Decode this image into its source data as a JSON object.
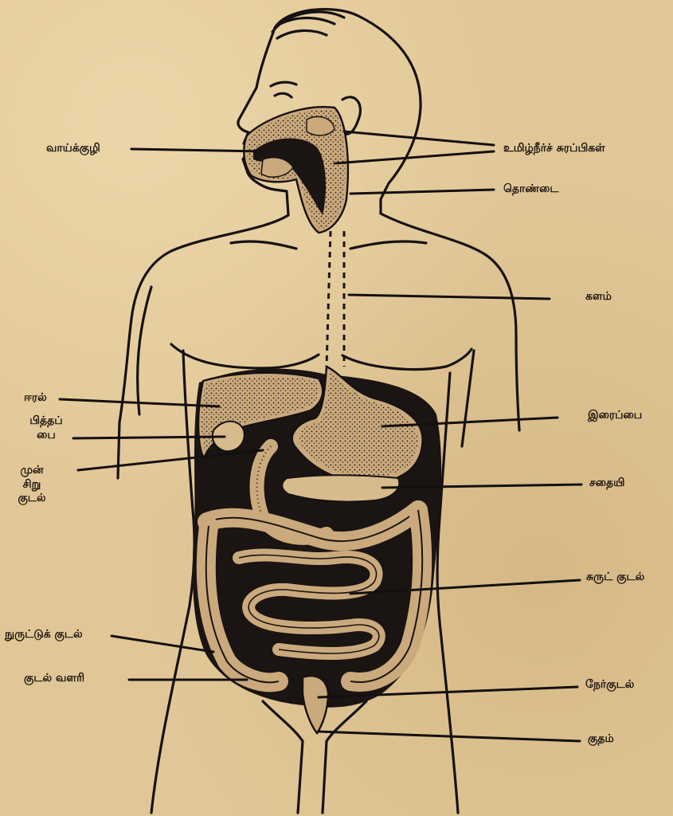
{
  "colors": {
    "paper": "#e1c797",
    "ink": "#161212",
    "organ": "#caa97c"
  },
  "labels": {
    "mouth": "வாய்க்குழி",
    "salivary_glands": "உமிழ்நீர்ச் சுரப்பிகள்",
    "pharynx": "தொண்டை",
    "esophagus": "களம்",
    "liver": "ஈரல்",
    "gall_bladder_line1": "பித்தப்",
    "gall_bladder_line2": "பை",
    "duodenum_line1": "முன்",
    "duodenum_line2": "சிறு",
    "duodenum_line3": "குடல்",
    "stomach": "இரைப்பை",
    "pancreas": "சதையி",
    "small_intestine": "சுருட் குடல்",
    "large_intestine": "நுருட்டுக் குடல்",
    "appendix": "குடல் வளரி",
    "rectum": "நேர்குடல்",
    "anus": "குதம்"
  }
}
